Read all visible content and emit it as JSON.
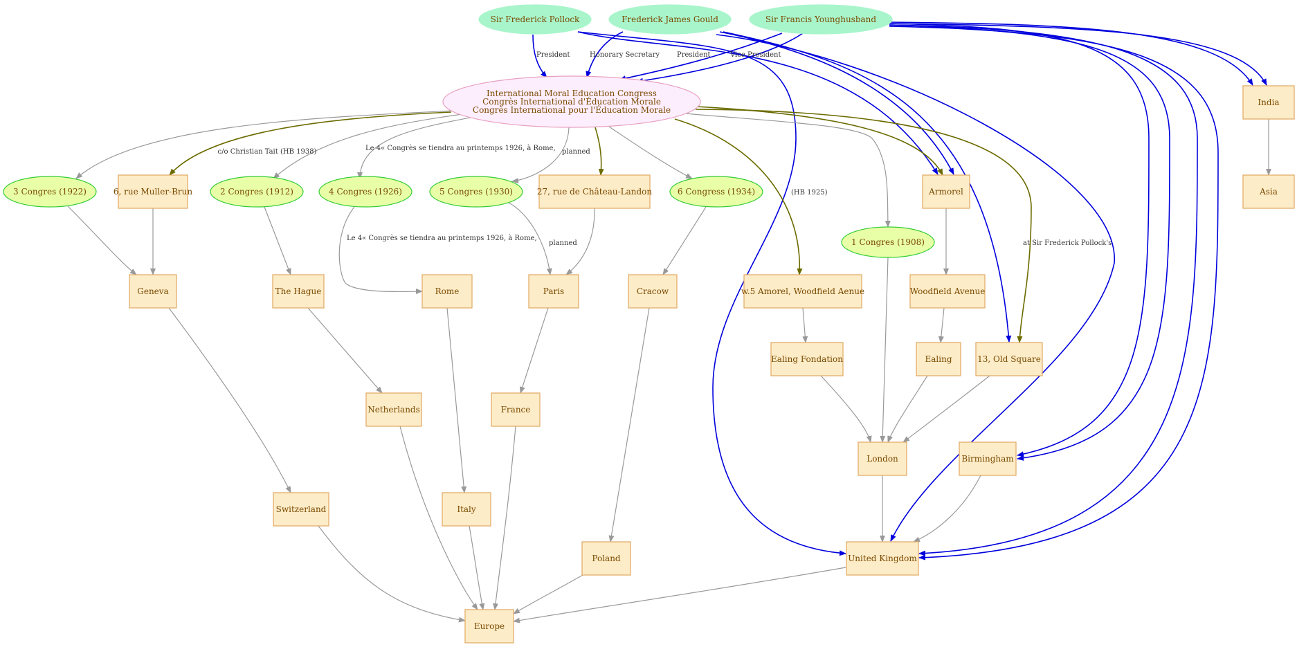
{
  "colors": {
    "person_fill": "#a8f5cc",
    "org_fill": "#fdeefd",
    "org_stroke": "#e6a0c0",
    "congress_fill": "#e8ffa8",
    "congress_stroke": "#33cc33",
    "place_fill": "#fdecc8",
    "place_stroke": "#e0a860",
    "label_text": "#7a4a00",
    "edge_gray": "#999999",
    "edge_blue": "#0000dd",
    "edge_olive": "#6b6b00",
    "edge_text": "#333333"
  },
  "nodes": [
    {
      "id": "pollock",
      "kind": "person",
      "label": "Sir Frederick Pollock"
    },
    {
      "id": "gould",
      "kind": "person",
      "label": "Frederick James Gould"
    },
    {
      "id": "younghusband",
      "kind": "person",
      "label": "Sir Francis Younghusband"
    },
    {
      "id": "imec",
      "kind": "org",
      "lines": [
        "International Moral Education Congress",
        "Congrès International d'Éducation Morale",
        "Congrès International pour l'Éducation Morale"
      ]
    },
    {
      "id": "c3",
      "kind": "congress",
      "label": "3 Congres (1922)"
    },
    {
      "id": "muller",
      "kind": "place",
      "label": "6, rue Muller-Brun"
    },
    {
      "id": "c2",
      "kind": "congress",
      "label": "2 Congres (1912)"
    },
    {
      "id": "c4",
      "kind": "congress",
      "label": "4 Congres (1926)"
    },
    {
      "id": "c5",
      "kind": "congress",
      "label": "5 Congres (1930)"
    },
    {
      "id": "chateau",
      "kind": "place",
      "label": "27, rue de Château-Landon"
    },
    {
      "id": "c6",
      "kind": "congress",
      "label": "6 Congress (1934)"
    },
    {
      "id": "armorel",
      "kind": "place",
      "label": "Armorel"
    },
    {
      "id": "india",
      "kind": "place",
      "label": "India"
    },
    {
      "id": "asia",
      "kind": "place",
      "label": "Asia"
    },
    {
      "id": "c1",
      "kind": "congress",
      "label": "1 Congres (1908)"
    },
    {
      "id": "geneva",
      "kind": "place",
      "label": "Geneva"
    },
    {
      "id": "hague",
      "kind": "place",
      "label": "The Hague"
    },
    {
      "id": "rome",
      "kind": "place",
      "label": "Rome"
    },
    {
      "id": "paris",
      "kind": "place",
      "label": "Paris"
    },
    {
      "id": "cracow",
      "kind": "place",
      "label": "Cracow"
    },
    {
      "id": "w5",
      "kind": "place",
      "label": "w.5 Amorel, Woodfield Aenue"
    },
    {
      "id": "woodfield",
      "kind": "place",
      "label": "Woodfield Avenue"
    },
    {
      "id": "ealingf",
      "kind": "place",
      "label": "Ealing Fondation"
    },
    {
      "id": "ealing",
      "kind": "place",
      "label": "Ealing"
    },
    {
      "id": "oldsq",
      "kind": "place",
      "label": "13, Old Square"
    },
    {
      "id": "netherlands",
      "kind": "place",
      "label": "Netherlands"
    },
    {
      "id": "france",
      "kind": "place",
      "label": "France"
    },
    {
      "id": "london",
      "kind": "place",
      "label": "London"
    },
    {
      "id": "birmingham",
      "kind": "place",
      "label": "Birmingham"
    },
    {
      "id": "switzerland",
      "kind": "place",
      "label": "Switzerland"
    },
    {
      "id": "italy",
      "kind": "place",
      "label": "Italy"
    },
    {
      "id": "poland",
      "kind": "place",
      "label": "Poland"
    },
    {
      "id": "uk",
      "kind": "place",
      "label": "United Kingdom"
    },
    {
      "id": "europe",
      "kind": "place",
      "label": "Europe"
    }
  ],
  "edges": [
    {
      "id": "pollock-imec",
      "color": "blue",
      "label": "President"
    },
    {
      "id": "gould-imec",
      "color": "blue",
      "label": "Honorary Secretary"
    },
    {
      "id": "younghusband-imec-1",
      "color": "blue",
      "label": "President"
    },
    {
      "id": "younghusband-imec-2",
      "color": "blue",
      "label": "Vice President"
    },
    {
      "id": "pollock-armorel",
      "color": "blue",
      "label": ""
    },
    {
      "id": "pollock-uk",
      "color": "blue",
      "label": ""
    },
    {
      "id": "gould-armorel",
      "color": "blue",
      "label": ""
    },
    {
      "id": "gould-oldsq",
      "color": "blue",
      "label": ""
    },
    {
      "id": "gould-uk",
      "color": "blue",
      "label": ""
    },
    {
      "id": "younghusband-india-1",
      "color": "blue",
      "label": ""
    },
    {
      "id": "younghusband-india-2",
      "color": "blue",
      "label": ""
    },
    {
      "id": "younghusband-birmingham-1",
      "color": "blue",
      "label": ""
    },
    {
      "id": "younghusband-birmingham-2",
      "color": "blue",
      "label": ""
    },
    {
      "id": "younghusband-uk-1",
      "color": "blue",
      "label": ""
    },
    {
      "id": "younghusband-uk-2",
      "color": "blue",
      "label": ""
    },
    {
      "id": "imec-c3",
      "color": "gray",
      "label": ""
    },
    {
      "id": "imec-muller",
      "color": "olive",
      "label": "c/o Christian Tait (HB 1938)"
    },
    {
      "id": "imec-c2",
      "color": "gray",
      "label": ""
    },
    {
      "id": "imec-c4",
      "color": "gray",
      "label": "Le 4« Congrès se tiendra au printemps 1926, à Rome,"
    },
    {
      "id": "imec-c5",
      "color": "gray",
      "label": "planned"
    },
    {
      "id": "imec-chateau",
      "color": "olive",
      "label": ""
    },
    {
      "id": "imec-c6",
      "color": "gray",
      "label": ""
    },
    {
      "id": "imec-w5",
      "color": "olive",
      "label": "(HB 1925)"
    },
    {
      "id": "imec-c1",
      "color": "gray",
      "label": ""
    },
    {
      "id": "imec-armorel",
      "color": "olive",
      "label": ""
    },
    {
      "id": "imec-oldsq",
      "color": "olive",
      "label": "at Sir Frederick Pollock's"
    },
    {
      "id": "c3-geneva",
      "color": "gray",
      "label": ""
    },
    {
      "id": "muller-geneva",
      "color": "gray",
      "label": ""
    },
    {
      "id": "c2-hague",
      "color": "gray",
      "label": ""
    },
    {
      "id": "c4-rome",
      "color": "gray",
      "label": "Le 4« Congrès se tiendra au printemps 1926, à Rome,"
    },
    {
      "id": "c5-paris",
      "color": "gray",
      "label": "planned"
    },
    {
      "id": "chateau-paris",
      "color": "gray",
      "label": ""
    },
    {
      "id": "c6-cracow",
      "color": "gray",
      "label": ""
    },
    {
      "id": "c1-london",
      "color": "gray",
      "label": ""
    },
    {
      "id": "armorel-woodfield",
      "color": "gray",
      "label": ""
    },
    {
      "id": "india-asia",
      "color": "gray",
      "label": ""
    },
    {
      "id": "w5-ealingf",
      "color": "gray",
      "label": ""
    },
    {
      "id": "woodfield-ealing",
      "color": "gray",
      "label": ""
    },
    {
      "id": "ealingf-london",
      "color": "gray",
      "label": ""
    },
    {
      "id": "ealing-london",
      "color": "gray",
      "label": ""
    },
    {
      "id": "oldsq-london",
      "color": "gray",
      "label": ""
    },
    {
      "id": "geneva-switzerland",
      "color": "gray",
      "label": ""
    },
    {
      "id": "hague-netherlands",
      "color": "gray",
      "label": ""
    },
    {
      "id": "rome-italy",
      "color": "gray",
      "label": ""
    },
    {
      "id": "paris-france",
      "color": "gray",
      "label": ""
    },
    {
      "id": "cracow-poland",
      "color": "gray",
      "label": ""
    },
    {
      "id": "london-uk",
      "color": "gray",
      "label": ""
    },
    {
      "id": "birmingham-uk",
      "color": "gray",
      "label": ""
    },
    {
      "id": "switzerland-europe",
      "color": "gray",
      "label": ""
    },
    {
      "id": "netherlands-europe",
      "color": "gray",
      "label": ""
    },
    {
      "id": "italy-europe",
      "color": "gray",
      "label": ""
    },
    {
      "id": "france-europe",
      "color": "gray",
      "label": ""
    },
    {
      "id": "poland-europe",
      "color": "gray",
      "label": ""
    },
    {
      "id": "uk-europe",
      "color": "gray",
      "label": ""
    }
  ]
}
